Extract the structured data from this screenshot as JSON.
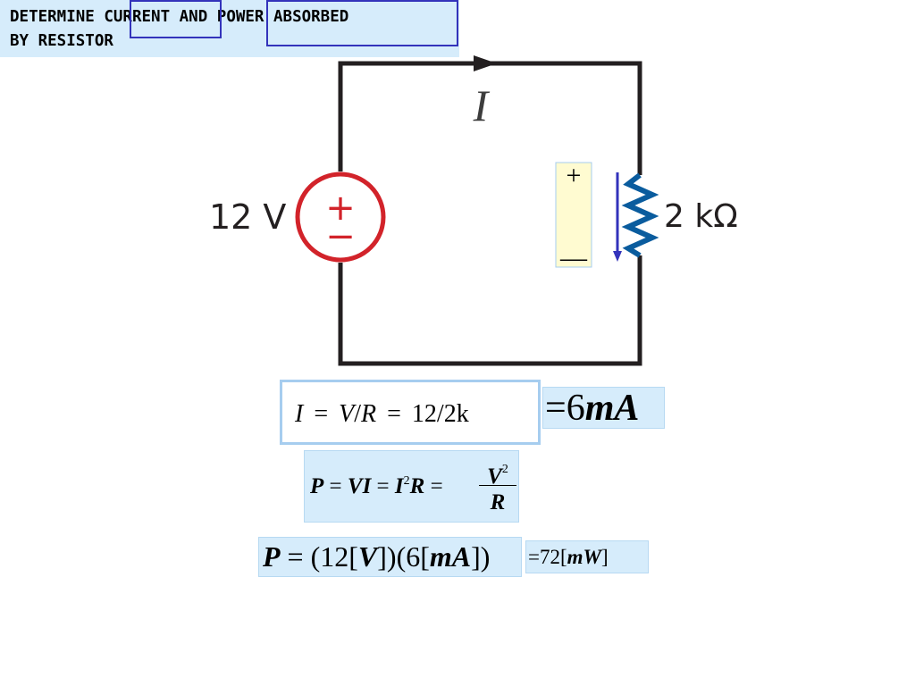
{
  "header": {
    "line1": "DETERMINE CURRENT AND POWER ABSORBED",
    "line2": "BY RESISTOR"
  },
  "circuit": {
    "current_label": "I",
    "source_label": "12 V",
    "source_plus": "+",
    "source_minus": "−",
    "resistor_label": "2 kΩ",
    "resistor_plus": "+",
    "resistor_minus": "—",
    "wire_color": "#231f20",
    "source_color": "#d2232a",
    "resistor_color": "#0a5c9e",
    "arrow_color": "#3333bb"
  },
  "equations": {
    "ohm": {
      "I": "I",
      "eq1": "=",
      "V": "V",
      "slash": "/",
      "R": "R",
      "eq2": "=",
      "value": "12/2k"
    },
    "ohm_result": {
      "eq": "=",
      "num": "6",
      "unit": "mA"
    },
    "power": {
      "P": "P",
      "eq1": "=",
      "VI": "VI",
      "eq2": "=",
      "I": "I",
      "sq1": "2",
      "R": "R",
      "eq3": "=",
      "frac_num": "V",
      "frac_sq": "2",
      "frac_den": "R"
    },
    "power_calc": {
      "P": "P",
      "eq": "=",
      "open1": "(12[",
      "V": "V",
      "close1": "])(6[",
      "mA": "mA",
      "close2": "])"
    },
    "power_result": {
      "eq": "=",
      "num": "72[",
      "unit": "mW",
      "close": "]"
    }
  }
}
